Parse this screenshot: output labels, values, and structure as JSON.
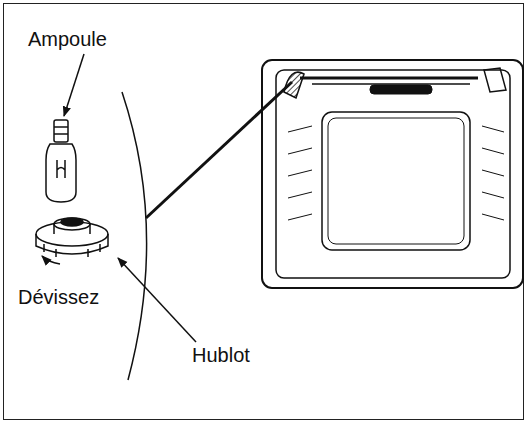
{
  "diagram": {
    "labels": [
      "Ampoule",
      "Dévissez",
      "Hublot"
    ]
  }
}
